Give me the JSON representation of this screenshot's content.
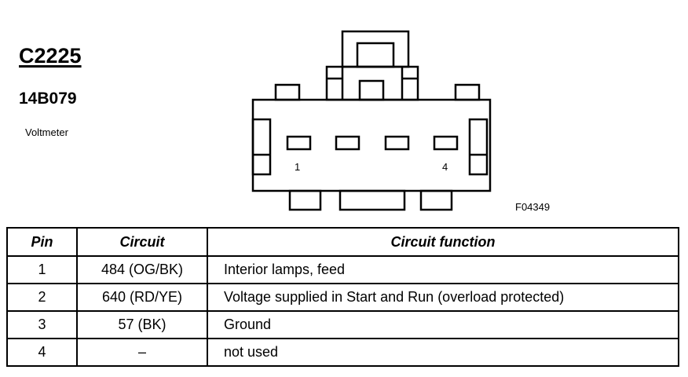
{
  "connector": {
    "id": "C2225",
    "part_number": "14B079",
    "component": "Voltmeter",
    "figure_code": "F04349",
    "pin_labels": {
      "first": "1",
      "last": "4"
    }
  },
  "table": {
    "headers": {
      "pin": "Pin",
      "circuit": "Circuit",
      "function": "Circuit function"
    },
    "rows": [
      {
        "pin": "1",
        "circuit": "484 (OG/BK)",
        "function": "Interior lamps, feed"
      },
      {
        "pin": "2",
        "circuit": "640 (RD/YE)",
        "function": "Voltage supplied in Start and Run (overload protected)"
      },
      {
        "pin": "3",
        "circuit": "57 (BK)",
        "function": "Ground"
      },
      {
        "pin": "4",
        "circuit": "–",
        "function": "not used"
      }
    ]
  }
}
